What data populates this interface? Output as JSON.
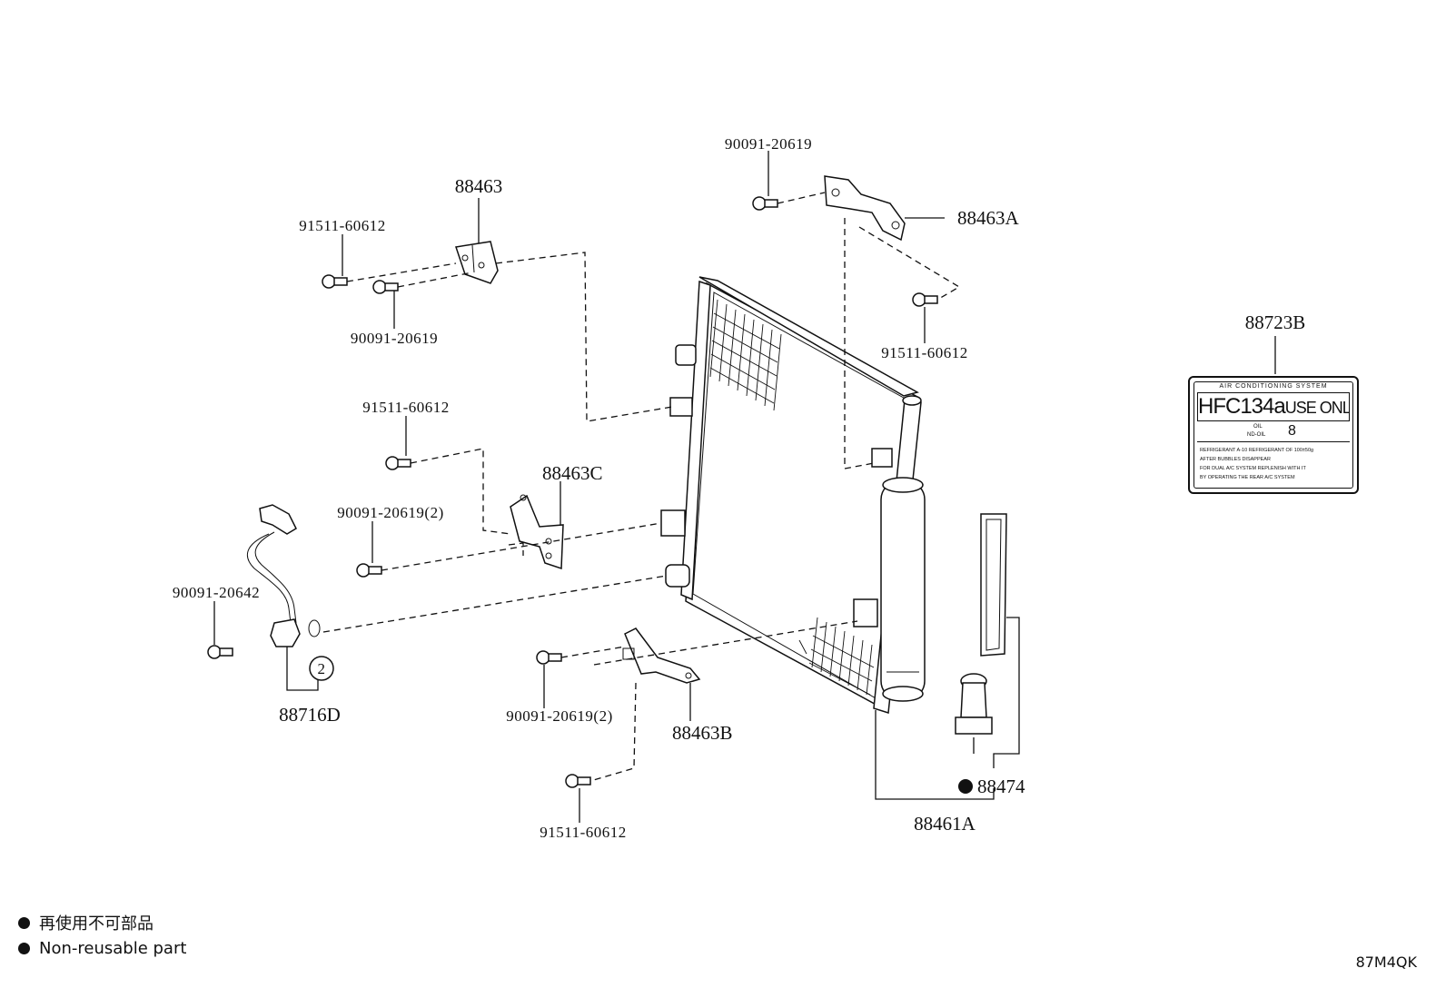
{
  "diagram": {
    "parts": {
      "p88463": "88463",
      "p88463A": "88463A",
      "p88463B": "88463B",
      "p88463C": "88463C",
      "p88716D": "88716D",
      "p88461A": "88461A",
      "p88474": "88474",
      "p88723B": "88723B"
    },
    "fasteners": {
      "bolt_91511": "91511-60612",
      "bolt_91511_alt": "91511-60612",
      "bolt_91511_c": "91511-60612",
      "bolt_91511_d": "91511-60612",
      "bolt_90091_top": "90091-20619",
      "bolt_90091_left": "90091-20619",
      "bolt_90091_mid": "90091-20619(2)",
      "bolt_90091_low": "90091-20619(2)",
      "bolt_90091_sensor": "90091-20642"
    },
    "oring_qty": "2",
    "label_card": {
      "title": "AIR CONDITIONING SYSTEM",
      "main_big": "HFC134a",
      "main_small": "USE ONLY",
      "oil_key1": "OIL",
      "oil_key2": "ND-OIL",
      "oil_value": "8",
      "note1": "REFRIGERANT A-10 REFRIGERANT OF 100±50g",
      "note2": "AFTER BUBBLES DISAPPEAR",
      "note3": "FOR DUAL A/C SYSTEM REPLENISH WITH IT",
      "note4": "BY OPERATING THE REAR A/C SYSTEM"
    }
  },
  "legend": {
    "line_jp": "再使用不可部品",
    "line_en": "Non-reusable part"
  },
  "figure_code": "87M4QK"
}
